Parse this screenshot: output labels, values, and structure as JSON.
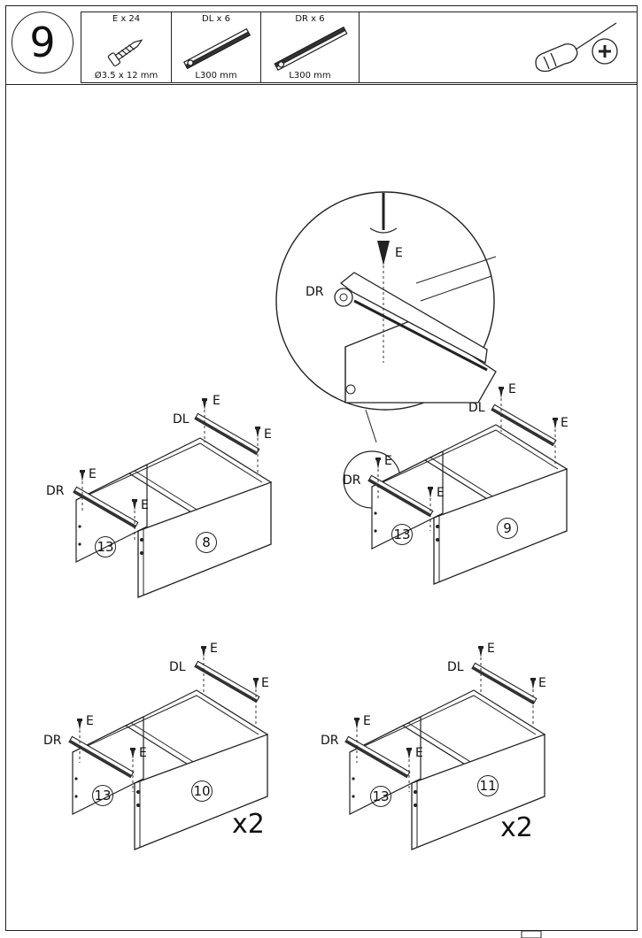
{
  "step_number": "9",
  "parts": [
    {
      "qty_label": "E x 24",
      "size_label": "Ø3.5 x 12 mm",
      "icon": "screw-icon"
    },
    {
      "qty_label": "DL x 6",
      "size_label": "L300 mm",
      "icon": "slide-rail-left-icon"
    },
    {
      "qty_label": "DR x 6",
      "size_label": "L300 mm",
      "icon": "slide-rail-right-icon"
    }
  ],
  "tool_icon": "phillips-screwdriver-icon",
  "detail": {
    "screw_label": "E",
    "rail_label": "DR"
  },
  "drawers": [
    {
      "front_no": "8",
      "back_no": "13",
      "rail_left": "DL",
      "rail_right": "DR",
      "screw": "E",
      "multiplier": ""
    },
    {
      "front_no": "9",
      "back_no": "13",
      "rail_left": "DL",
      "rail_right": "DR",
      "screw": "E",
      "multiplier": ""
    },
    {
      "front_no": "10",
      "back_no": "13",
      "rail_left": "DL",
      "rail_right": "DR",
      "screw": "E",
      "multiplier": "x2"
    },
    {
      "front_no": "11",
      "back_no": "13",
      "rail_left": "DL",
      "rail_right": "DR",
      "screw": "E",
      "multiplier": "x2"
    }
  ]
}
